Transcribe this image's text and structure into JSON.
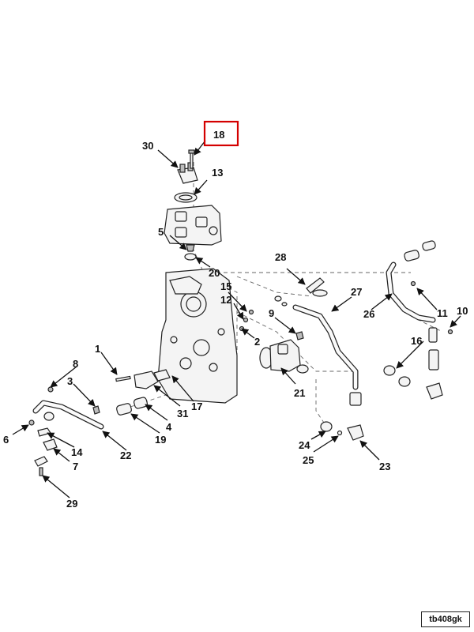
{
  "highlighted_callout": "18",
  "callouts": {
    "c1": "1",
    "c2": "2",
    "c3": "3",
    "c4": "4",
    "c5": "5",
    "c6": "6",
    "c7": "7",
    "c8": "8",
    "c9": "9",
    "c10": "10",
    "c11": "11",
    "c12": "12",
    "c13": "13",
    "c14": "14",
    "c15": "15",
    "c16": "16",
    "c17": "17",
    "c18": "18",
    "c19": "19",
    "c20": "20",
    "c21": "21",
    "c22": "22",
    "c23": "23",
    "c24": "24",
    "c25": "25",
    "c26": "26",
    "c27": "27",
    "c28": "28",
    "c29": "29",
    "c30": "30",
    "c31": "31"
  },
  "reference_code": "tb408gk",
  "colors": {
    "highlight": "#d40000",
    "ink": "#222222",
    "background": "#ffffff"
  }
}
